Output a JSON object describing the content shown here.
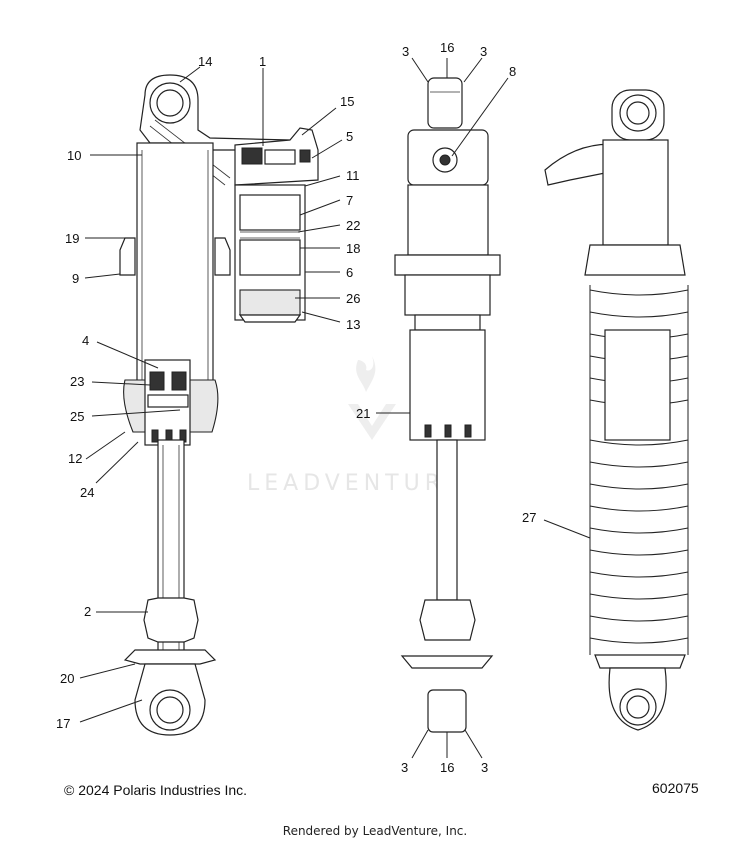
{
  "footer": {
    "copyright": "© 2024 Polaris Industries Inc.",
    "figure_number": "602075",
    "rendered_by": "Rendered by LeadVenture, Inc."
  },
  "watermark": {
    "text": "LEADVENTURE",
    "color": "#e6e6e6"
  },
  "callouts": [
    "14",
    "1",
    "15",
    "5",
    "10",
    "11",
    "7",
    "22",
    "19",
    "18",
    "9",
    "6",
    "26",
    "13",
    "4",
    "23",
    "25",
    "12",
    "24",
    "2",
    "20",
    "17",
    "3",
    "16",
    "3",
    "8",
    "21",
    "3",
    "16",
    "3",
    "27"
  ]
}
